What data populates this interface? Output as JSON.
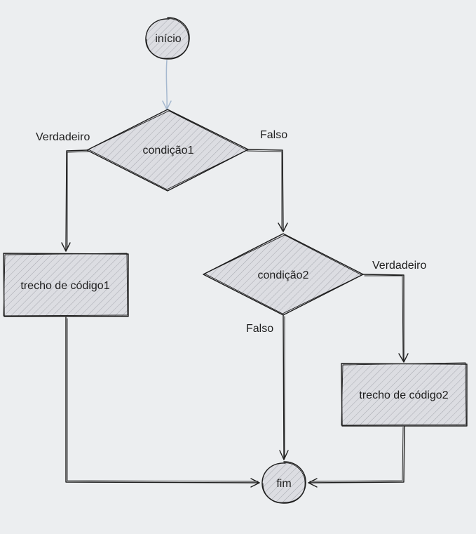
{
  "nodes": {
    "start": "início",
    "condition1": "condição1",
    "condition2": "condição2",
    "code1": "trecho de código1",
    "code2": "trecho de código2",
    "end": "fim"
  },
  "edges": {
    "c1_true": "Verdadeiro",
    "c1_false": "Falso",
    "c2_true": "Verdadeiro",
    "c2_false": "Falso"
  },
  "colors": {
    "background": "#eceef0",
    "shape_fill": "#d9d9de",
    "stroke": "#1e1e1e",
    "start_arrow": "#a5b8cf"
  }
}
